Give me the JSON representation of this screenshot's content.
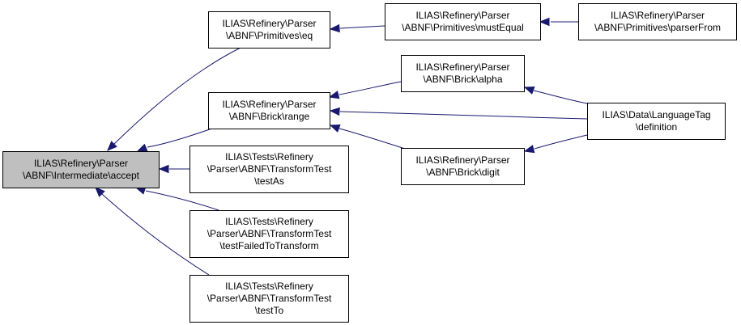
{
  "diagram": {
    "type": "call-graph",
    "colors": {
      "edge": "#191970",
      "focus_fill": "#bfbfbf",
      "node_fill": "#ffffff",
      "border": "#000000"
    },
    "nodes": [
      {
        "id": "accept",
        "lines": [
          "ILIAS\\Refinery\\Parser",
          "\\ABNF\\Intermediate\\accept"
        ],
        "focus": true
      },
      {
        "id": "eq",
        "lines": [
          "ILIAS\\Refinery\\Parser",
          "\\ABNF\\Primitives\\eq"
        ]
      },
      {
        "id": "mustEqual",
        "lines": [
          "ILIAS\\Refinery\\Parser",
          "\\ABNF\\Primitives\\mustEqual"
        ]
      },
      {
        "id": "parserFrom",
        "lines": [
          "ILIAS\\Refinery\\Parser",
          "\\ABNF\\Primitives\\parserFrom"
        ]
      },
      {
        "id": "range",
        "lines": [
          "ILIAS\\Refinery\\Parser",
          "\\ABNF\\Brick\\range"
        ]
      },
      {
        "id": "alpha",
        "lines": [
          "ILIAS\\Refinery\\Parser",
          "\\ABNF\\Brick\\alpha"
        ]
      },
      {
        "id": "digit",
        "lines": [
          "ILIAS\\Refinery\\Parser",
          "\\ABNF\\Brick\\digit"
        ]
      },
      {
        "id": "definition",
        "lines": [
          "ILIAS\\Data\\LanguageTag",
          "\\definition"
        ]
      },
      {
        "id": "testAs",
        "lines": [
          "ILIAS\\Tests\\Refinery",
          "\\Parser\\ABNF\\TransformTest",
          "\\testAs"
        ]
      },
      {
        "id": "testFailed",
        "lines": [
          "ILIAS\\Tests\\Refinery",
          "\\Parser\\ABNF\\TransformTest",
          "\\testFailedToTransform"
        ]
      },
      {
        "id": "testTo",
        "lines": [
          "ILIAS\\Tests\\Refinery",
          "\\Parser\\ABNF\\TransformTest",
          "\\testTo"
        ]
      }
    ],
    "edges": [
      {
        "from": "eq",
        "to": "accept"
      },
      {
        "from": "range",
        "to": "accept"
      },
      {
        "from": "testAs",
        "to": "accept"
      },
      {
        "from": "testFailed",
        "to": "accept"
      },
      {
        "from": "testTo",
        "to": "accept"
      },
      {
        "from": "mustEqual",
        "to": "eq"
      },
      {
        "from": "parserFrom",
        "to": "mustEqual"
      },
      {
        "from": "alpha",
        "to": "range"
      },
      {
        "from": "definition",
        "to": "range"
      },
      {
        "from": "digit",
        "to": "range"
      },
      {
        "from": "definition",
        "to": "alpha"
      },
      {
        "from": "definition",
        "to": "digit"
      }
    ]
  }
}
